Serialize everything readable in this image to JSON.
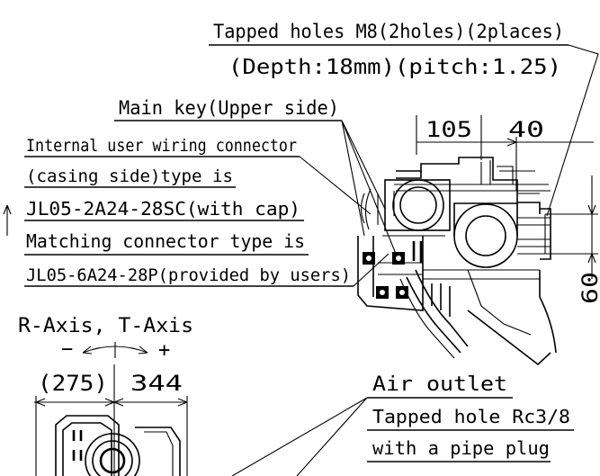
{
  "callouts": {
    "tapped_holes_m8": "Tapped holes M8(2holes)(2places)",
    "depth_pitch": "(Depth:18mm)(pitch:1.25)",
    "main_key": "Main key(Upper side)",
    "internal_wiring_1": "Internal user wiring connector",
    "internal_wiring_2": "(casing side)type is",
    "internal_wiring_3": "JL05-2A24-28SC(with cap)",
    "matching_1": "Matching connector type is",
    "matching_2": "JL05-6A24-28P(provided by users)",
    "axis_label": "R-Axis, T-Axis",
    "minus": "−",
    "plus": "+",
    "air_outlet": "Air outlet",
    "tapped_hole_rc": "Tapped hole Rc3/8",
    "pipe_plug": "with a pipe plug"
  },
  "dimensions": {
    "d105": "105",
    "d40": "40",
    "d60": "60",
    "d275": "(275)",
    "d344": "344"
  }
}
